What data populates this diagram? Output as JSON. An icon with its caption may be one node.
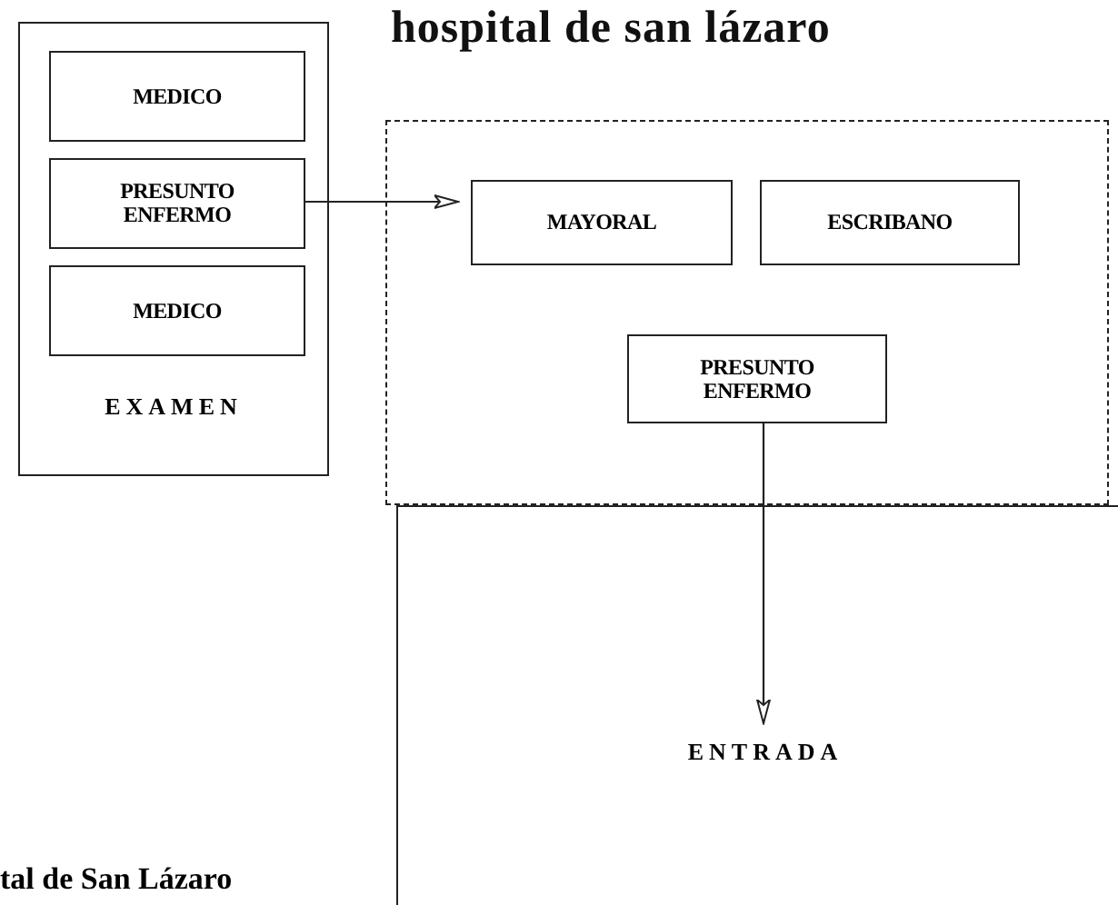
{
  "diagram": {
    "title": "hospital de san lázaro",
    "nodes": [
      {
        "text": [
          "EXAMEN"
        ]
      },
      {
        "text": [
          "MEDICO"
        ],
        "in": 0
      },
      {
        "text": [
          "PRESUNTO ENFERMO"
        ],
        "in": 0
      },
      {
        "text": [
          "MEDICO"
        ],
        "in": 0
      },
      {
        "text": [],
        "shape": "box"
      },
      {
        "text": [
          "MAYORAL"
        ],
        "in": 4
      },
      {
        "text": [
          "ESCRIBANO"
        ],
        "in": 4
      },
      {
        "text": [
          "PRESUNTO ENFERMO"
        ],
        "in": 4
      },
      {
        "text": [],
        "shape": "box"
      },
      {
        "text": [
          "ENTRADA"
        ],
        "in": 8
      }
    ],
    "edges": [
      {
        "from": 2,
        "to": 5,
        "arrow": "to"
      },
      {
        "from": 7,
        "to": 9,
        "arrow": "to"
      }
    ],
    "labels": [
      "tal de San Lázaro"
    ]
  }
}
